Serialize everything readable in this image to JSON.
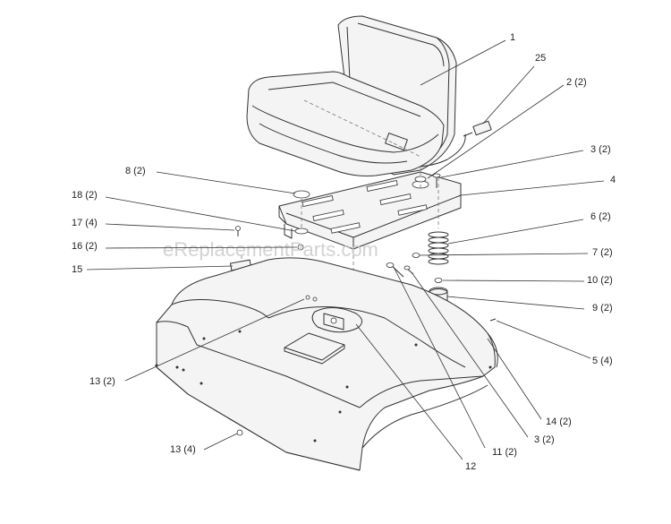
{
  "watermark": "eReplacementParts.com",
  "callouts": [
    {
      "id": "c1",
      "label": "1"
    },
    {
      "id": "c25",
      "label": "25"
    },
    {
      "id": "c2",
      "label": "2 (2)"
    },
    {
      "id": "c3a",
      "label": "3 (2)"
    },
    {
      "id": "c4",
      "label": "4"
    },
    {
      "id": "c8",
      "label": "8 (2)"
    },
    {
      "id": "c18",
      "label": "18 (2)"
    },
    {
      "id": "c17",
      "label": "17 (4)"
    },
    {
      "id": "c16",
      "label": "16 (2)"
    },
    {
      "id": "c15",
      "label": "15"
    },
    {
      "id": "c6",
      "label": "6 (2)"
    },
    {
      "id": "c7",
      "label": "7 (2)"
    },
    {
      "id": "c10",
      "label": "10 (2)"
    },
    {
      "id": "c9",
      "label": "9 (2)"
    },
    {
      "id": "c5",
      "label": "5 (4)"
    },
    {
      "id": "c13a",
      "label": "13 (2)"
    },
    {
      "id": "c14",
      "label": "14 (2)"
    },
    {
      "id": "c3b",
      "label": "3 (2)"
    },
    {
      "id": "c11",
      "label": "11 (2)"
    },
    {
      "id": "c12",
      "label": "12"
    },
    {
      "id": "c13b",
      "label": "13 (4)"
    }
  ]
}
